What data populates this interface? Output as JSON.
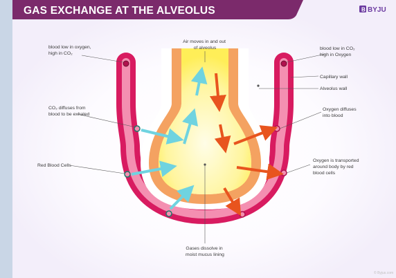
{
  "title": "GAS EXCHANGE AT THE ALVEOLUS",
  "brand": "BYJU",
  "watermark": "© Byjus.com",
  "labels": {
    "blood_low_o2_left": [
      "blood low in oxygen,",
      "high in CO₂"
    ],
    "air_moves": [
      "Air moves in and out",
      "of alveolus"
    ],
    "blood_low_co2_right": [
      "blood low in CO₂",
      "high in Oxygen"
    ],
    "capillary_wall": "Capillary wall",
    "alveolus_wall": "Alveolus wall",
    "co2_diffuses": [
      "CO₂ diffuses from",
      "blood to be exhaled"
    ],
    "oxygen_diffuses": [
      "Oxygen diffuses",
      "into blood"
    ],
    "red_blood_cells": "Red Blood Cells",
    "oxygen_transported": [
      "Oxygen is transported",
      "around body by red",
      "blood cells"
    ],
    "gases_dissolve": [
      "Gases dissolve in",
      "moist mucus lining"
    ]
  },
  "colors": {
    "capillary": "#d81b60",
    "capillary_light": "#f48fb1",
    "alveolus_wall": "#f4a261",
    "alveolus_air": "#fff176",
    "co2_arrow": "#80deea",
    "o2_arrow": "#e8541e",
    "title_bar": "#7b2a6b"
  }
}
